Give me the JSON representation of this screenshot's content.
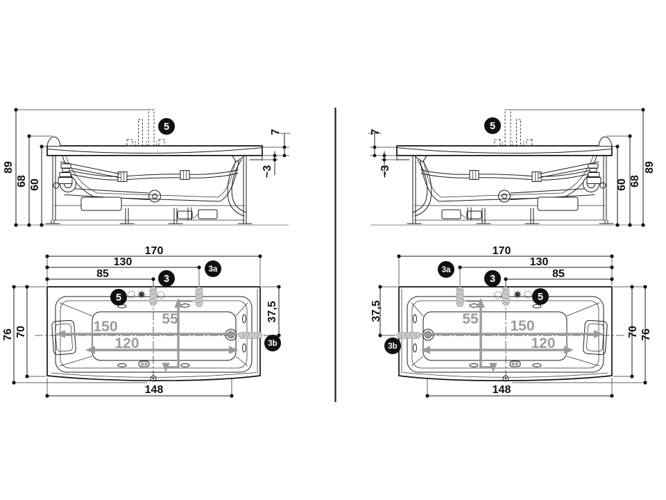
{
  "markers": {
    "m3": "3",
    "m3a": "3a",
    "m3b": "3b",
    "m5": "5"
  },
  "dims": {
    "elevation": {
      "overall_height": "89",
      "rim_height": "68",
      "deck_height": "60",
      "deck_thickness": "7",
      "clearance": "~3"
    },
    "plan": {
      "overall_length": "170",
      "fitting_3a_offset": "130",
      "fitting_3_offset": "85",
      "overall_width": "76",
      "deck_width": "70",
      "centerline_offset": "37,5",
      "drain_offset": "148"
    },
    "plan_inner": {
      "basin_length": "150",
      "floor_length": "120",
      "basin_width": "55"
    }
  },
  "colors": {
    "line": "#1b1b1b",
    "inner_dim_gray": "#9b9b9b",
    "fitting_fill": "#c9c9c9",
    "badge_bg": "#101010",
    "badge_text": "#ffffff",
    "background": "#ffffff"
  }
}
